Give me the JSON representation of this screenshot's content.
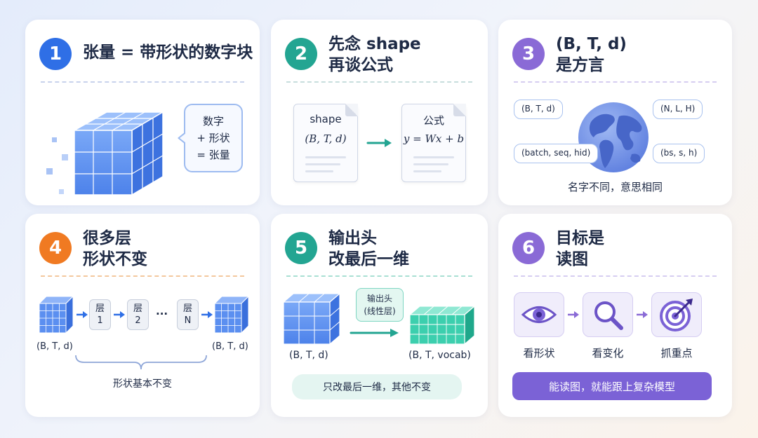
{
  "cards": [
    {
      "number": "1",
      "title": "张量 = 带形状的数字块",
      "bubble_lines": [
        "数字",
        "+ 形状",
        "= 张量"
      ],
      "icons": [
        "cube-icon"
      ]
    },
    {
      "number": "2",
      "title_lines": [
        "先念 shape",
        "再谈公式"
      ],
      "left_doc": {
        "title": "shape",
        "math": "(B, T, d)"
      },
      "right_doc": {
        "title": "公式",
        "math": "y = Wx + b"
      },
      "icons": [
        "document-icon",
        "arrow-right-icon"
      ]
    },
    {
      "number": "3",
      "title_lines": [
        "(B, T, d)",
        "是方言"
      ],
      "tags": [
        "(B, T, d)",
        "(N, L, H)",
        "(batch, seq, hid)",
        "(bs, s, h)"
      ],
      "caption": "名字不同，意思相同",
      "icons": [
        "globe-icon"
      ]
    },
    {
      "number": "4",
      "title_lines": [
        "很多层",
        "形状不变"
      ],
      "layers": [
        {
          "label": "层",
          "index": "1"
        },
        {
          "label": "层",
          "index": "2"
        },
        {
          "label": "层",
          "index": "N"
        }
      ],
      "ellipsis": "···",
      "input_shape": "(B, T, d)",
      "output_shape": "(B, T, d)",
      "caption": "形状基本不变",
      "icons": [
        "cube-icon",
        "arrow-right-icon",
        "brace-icon"
      ]
    },
    {
      "number": "5",
      "title_lines": [
        "输出头",
        "改最后一维"
      ],
      "head_label": [
        "输出头",
        "(线性层)"
      ],
      "input_shape": "(B, T, d)",
      "output_shape": "(B, T, vocab)",
      "pill": "只改最后一维，其他不变",
      "icons": [
        "cube-icon",
        "slab-icon",
        "arrow-right-icon"
      ]
    },
    {
      "number": "6",
      "title_lines": [
        "目标是",
        "读图"
      ],
      "steps": [
        {
          "label": "看形状",
          "icon": "eye-icon"
        },
        {
          "label": "看变化",
          "icon": "magnifier-icon"
        },
        {
          "label": "抓重点",
          "icon": "target-icon"
        }
      ],
      "pill": "能读图，就能跟上复杂模型"
    }
  ],
  "colors": {
    "blue": "#2f6fe6",
    "teal": "#23a592",
    "purple": "#8a6ad6",
    "orange": "#f07a22",
    "cube_blue": "#5b8ff0",
    "slab_teal": "#3ccfae"
  }
}
